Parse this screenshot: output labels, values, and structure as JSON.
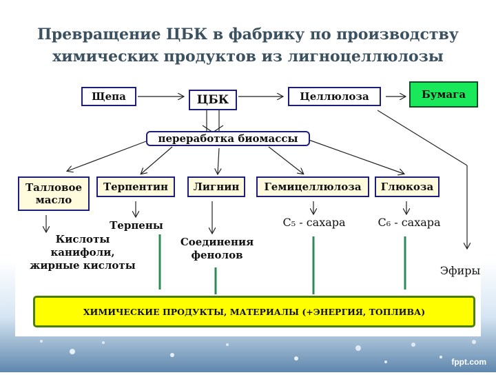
{
  "title": {
    "line1": "Превращение ЦБК в фабрику по производству",
    "line2": "химических продуктов из лигноцеллюлозы"
  },
  "nodes": {
    "wood_chips": "Щепа",
    "pulp_mill": "ЦБК",
    "cellulose": "Целлюлоза",
    "paper": "Бумага",
    "biomass_processing": "переработка биомассы",
    "tall_oil_line1": "Талловое",
    "tall_oil_line2": "масло",
    "turpentine": "Терпентин",
    "lignin": "Лигнин",
    "hemicellulose": "Гемицеллюлоза",
    "glucose": "Глюкоза"
  },
  "outputs": {
    "tall_oil_line1": "Кислоты",
    "tall_oil_line2": "канифоли,",
    "tall_oil_line3": "жирные кислоты",
    "terpenes": "Терпены",
    "phenols_line1": "Соединения",
    "phenols_line2": "фенолов",
    "c5_sugars": "C₅ - сахара",
    "c6_sugars": "C₆ - сахара",
    "ethers": "Эфиры"
  },
  "product_bar": "ХИМИЧЕСКИЕ ПРОДУКТЫ, МАТЕРИАЛЫ (+ЭНЕРГИЯ, ТОПЛИВА)",
  "watermark": "fppt.com",
  "colors": {
    "title": "#3b5160",
    "node_fill": "#fffbdc",
    "node_border": "#1c1c7a",
    "paper_fill": "#19e85a",
    "product_fill": "#ffff00",
    "product_line": "#2e8b57"
  }
}
